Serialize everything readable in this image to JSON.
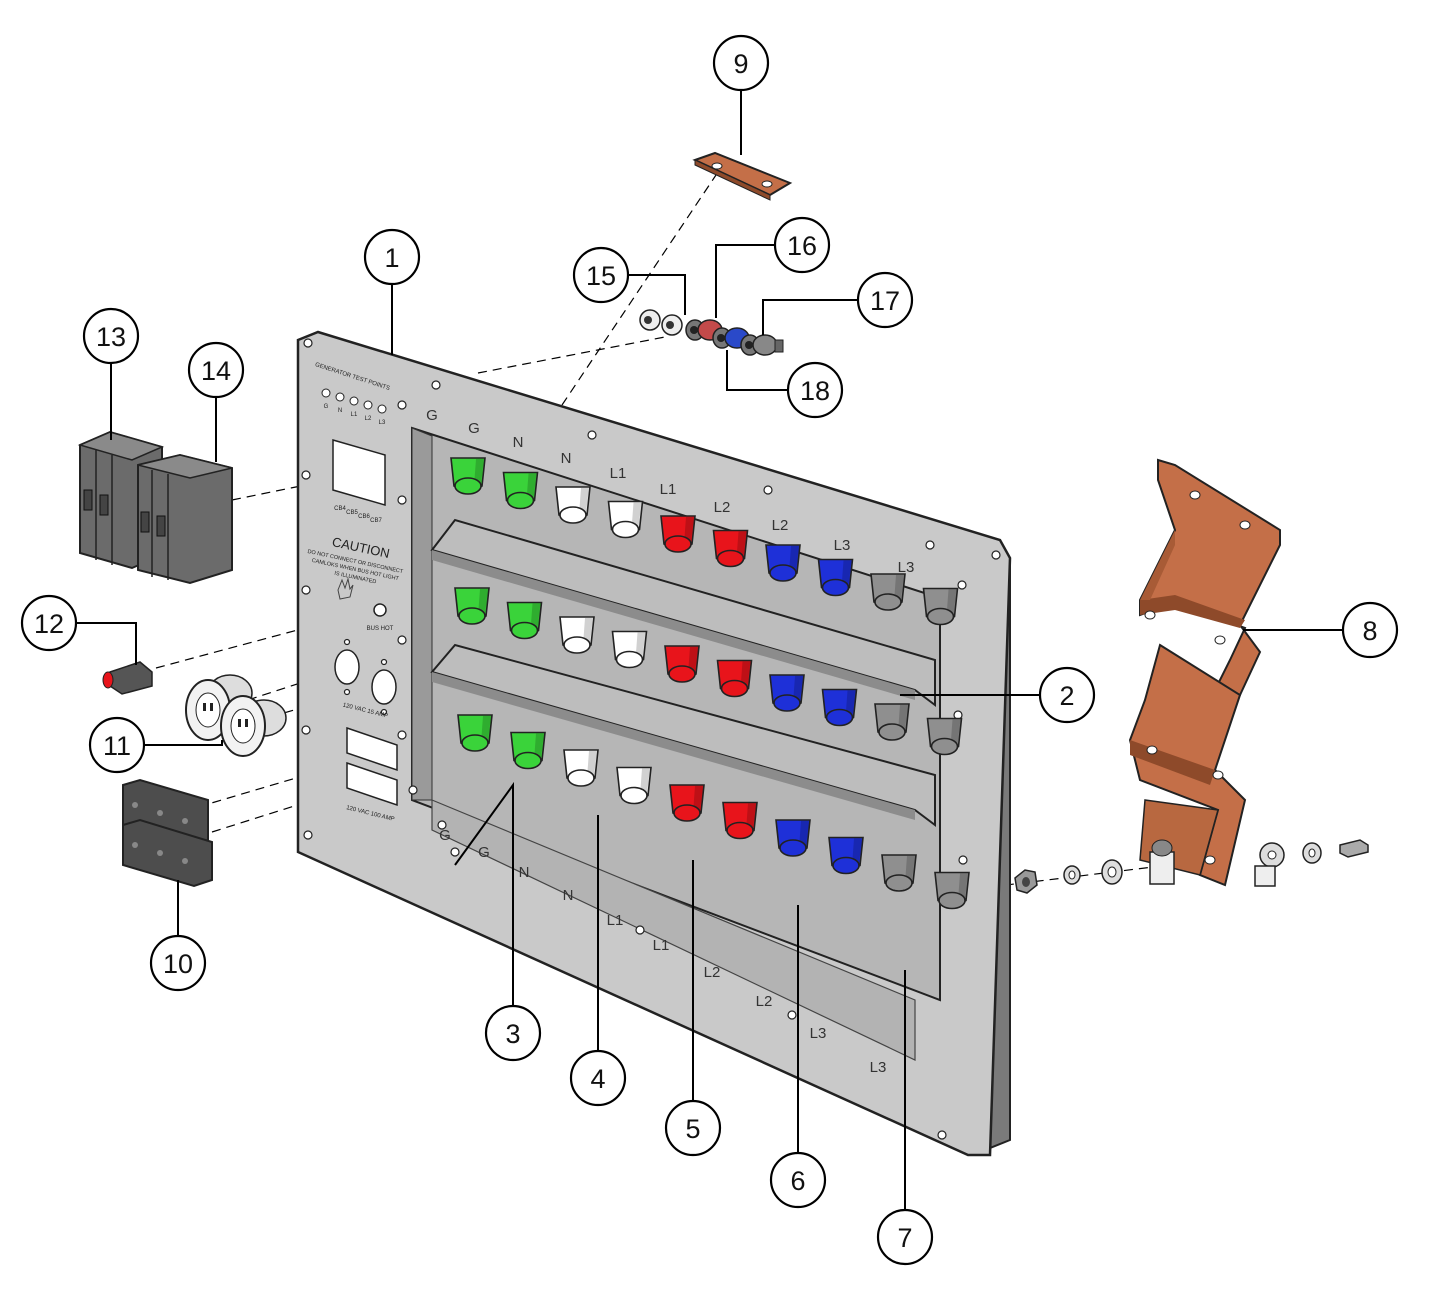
{
  "callouts": [
    {
      "label": "1"
    },
    {
      "label": "2"
    },
    {
      "label": "3"
    },
    {
      "label": "4"
    },
    {
      "label": "5"
    },
    {
      "label": "6"
    },
    {
      "label": "7"
    },
    {
      "label": "8"
    },
    {
      "label": "9"
    },
    {
      "label": "10"
    },
    {
      "label": "11"
    },
    {
      "label": "12"
    },
    {
      "label": "13"
    },
    {
      "label": "14"
    },
    {
      "label": "15"
    },
    {
      "label": "16"
    },
    {
      "label": "17"
    },
    {
      "label": "18"
    }
  ],
  "panel": {
    "test_points_title": "GENERATOR TEST POINTS",
    "test_points_labels": [
      "G",
      "N",
      "L1",
      "L2",
      "L3"
    ],
    "breaker_labels": [
      "CB4",
      "CB5",
      "CB6",
      "CB7"
    ],
    "caution_title": "CAUTION",
    "caution_lines": [
      "DO NOT CONNECT OR DISCONNECT",
      "CAMLOKS WHEN BUS HOT LIGHT",
      "IS ILLUMINATED"
    ],
    "bus_hot_label": "BUS HOT",
    "receptacle_label": "120 VAC 15 AMP",
    "outlet_label": "120 VAC 100 AMP"
  },
  "phase_labels": {
    "top": [
      "G",
      "G",
      "N",
      "N",
      "L1",
      "L1",
      "L2",
      "L2",
      "L3",
      "L3"
    ],
    "bottom": [
      "G",
      "G",
      "N",
      "N",
      "L1",
      "L1",
      "L2",
      "L2",
      "L3",
      "L3"
    ]
  },
  "colors": {
    "panel": "#c9c9c9",
    "panel_dark": "#a9a9a9",
    "ground": "#3ad33a",
    "neutral": "#ffffff",
    "l1": "#e8141b",
    "l2": "#1e30d8",
    "l3": "#8f8f8f",
    "copper": "#b8663f",
    "copper_dark": "#8e4a2a",
    "breaker": "#6b6b6b"
  }
}
